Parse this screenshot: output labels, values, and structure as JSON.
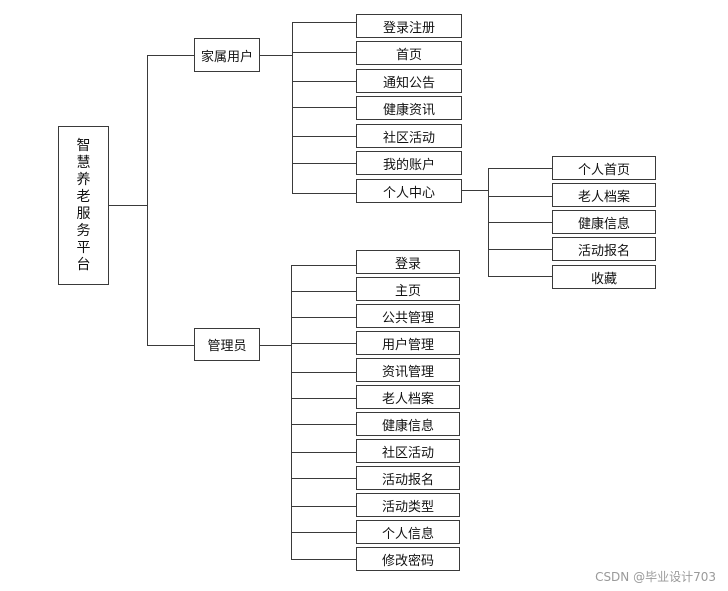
{
  "diagram": {
    "root": "智慧养老服务平台",
    "family_user": {
      "label": "家属用户",
      "children": [
        "登录注册",
        "首页",
        "通知公告",
        "健康资讯",
        "社区活动",
        "我的账户",
        "个人中心"
      ],
      "personal_center": {
        "children": [
          "个人首页",
          "老人档案",
          "健康信息",
          "活动报名",
          "收藏"
        ]
      }
    },
    "admin": {
      "label": "管理员",
      "children": [
        "登录",
        "主页",
        "公共管理",
        "用户管理",
        "资讯管理",
        "老人档案",
        "健康信息",
        "社区活动",
        "活动报名",
        "活动类型",
        "个人信息",
        "修改密码"
      ]
    }
  },
  "watermark": "CSDN @毕业设计703"
}
